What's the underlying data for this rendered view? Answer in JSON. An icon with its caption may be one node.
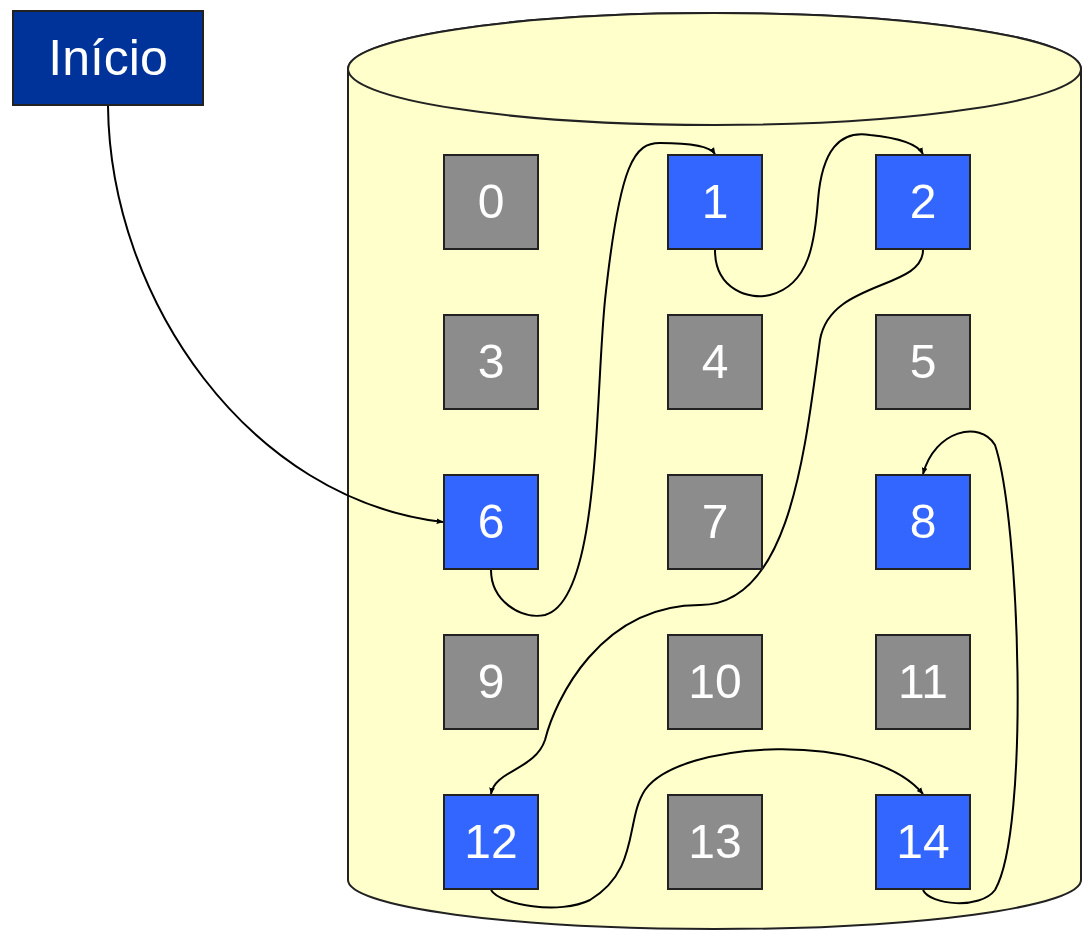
{
  "diagram": {
    "nodes": [
      {
        "text": [
          "Início"
        ]
      },
      {
        "text": [],
        "shape": "cylinder"
      },
      {
        "text": [
          "0"
        ],
        "in": 1
      },
      {
        "text": [
          "1"
        ],
        "in": 1
      },
      {
        "text": [
          "2"
        ],
        "in": 1
      },
      {
        "text": [
          "3"
        ],
        "in": 1
      },
      {
        "text": [
          "4"
        ],
        "in": 1
      },
      {
        "text": [
          "5"
        ],
        "in": 1
      },
      {
        "text": [
          "6"
        ],
        "in": 1
      },
      {
        "text": [
          "7"
        ],
        "in": 1
      },
      {
        "text": [
          "8"
        ],
        "in": 1
      },
      {
        "text": [
          "9"
        ],
        "in": 1
      },
      {
        "text": [
          "10"
        ],
        "in": 1
      },
      {
        "text": [
          "11"
        ],
        "in": 1
      },
      {
        "text": [
          "12"
        ],
        "in": 1
      },
      {
        "text": [
          "13"
        ],
        "in": 1
      },
      {
        "text": [
          "14"
        ],
        "in": 1
      }
    ],
    "edges": [
      {
        "from": 0,
        "to": 8,
        "arrow": "to"
      },
      {
        "from": 8,
        "to": 3,
        "arrow": "to"
      },
      {
        "from": 3,
        "to": 4,
        "arrow": "to"
      },
      {
        "from": 4,
        "to": 14,
        "arrow": "to"
      },
      {
        "from": 14,
        "to": 16,
        "arrow": "to"
      },
      {
        "from": 16,
        "to": 10,
        "arrow": "to"
      }
    ]
  }
}
